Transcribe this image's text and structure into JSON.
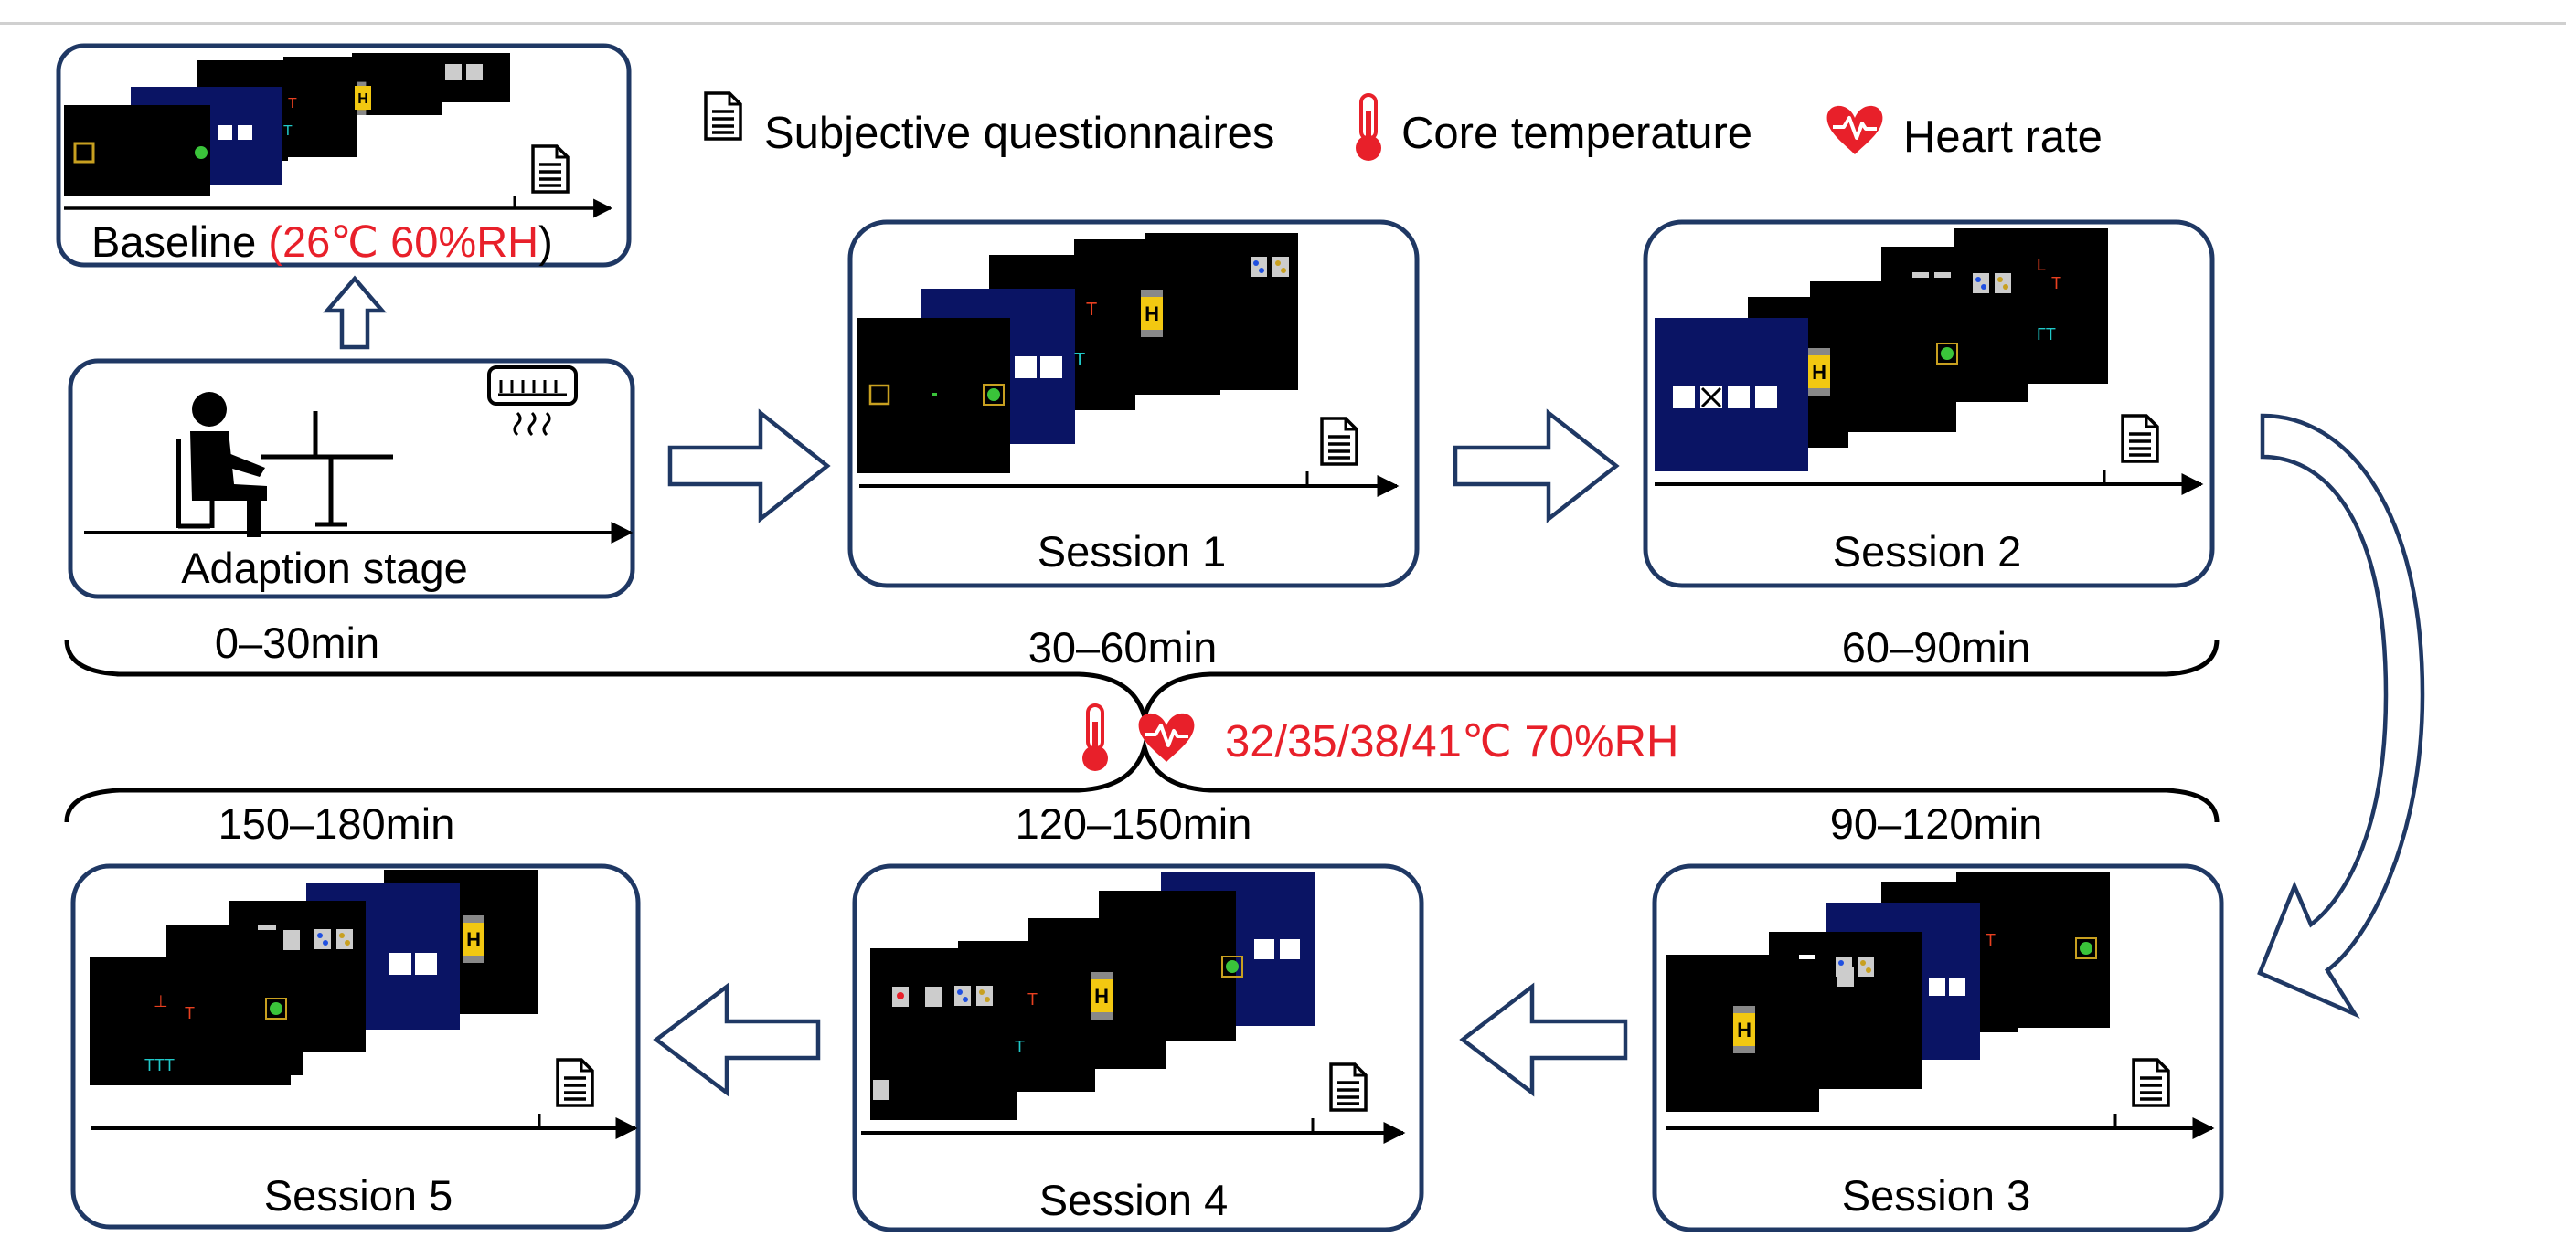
{
  "legend": {
    "questionnaire_label": "Subjective questionnaires",
    "core_temp_label": "Core temperature",
    "heart_rate_label": "Heart rate"
  },
  "baseline": {
    "label": "Baseline",
    "condition": "(26℃ 60%RH",
    "close_paren": ")"
  },
  "adaption": {
    "label": "Adaption stage"
  },
  "sessions": [
    {
      "label": "Session 1"
    },
    {
      "label": "Session 2"
    },
    {
      "label": "Session 3"
    },
    {
      "label": "Session 4"
    },
    {
      "label": "Session 5"
    }
  ],
  "timeline_top": [
    "0–30min",
    "30–60min",
    "60–90min"
  ],
  "timeline_bottom": [
    "150–180min",
    "120–150min",
    "90–120min"
  ],
  "heat_condition": "32/35/38/41℃  70%RH",
  "colors": {
    "border": "#1f3864",
    "accent_red": "#e8202a",
    "navy_screen": "#0a1464",
    "yellow": "#f2c811",
    "green": "#3ac43a",
    "cyan": "#20c8c8"
  },
  "icons": [
    "document-icon",
    "thermometer-icon",
    "heart-rate-icon",
    "air-conditioner-icon",
    "person-at-desk-icon"
  ]
}
